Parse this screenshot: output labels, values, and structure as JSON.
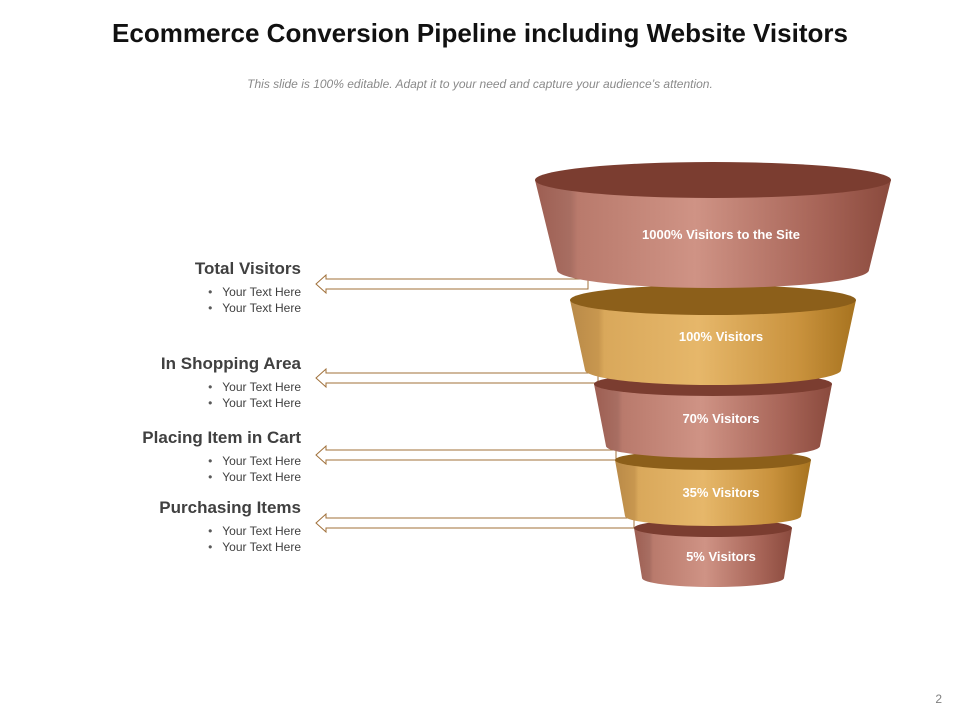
{
  "title": "Ecommerce Conversion Pipeline including Website Visitors",
  "subtitle": "This slide is 100% editable. Adapt it to your need and capture your audience’s attention.",
  "page_number": "2",
  "colors": {
    "brown_dark": "#7b3d30",
    "brown_light": "#c98b7f",
    "gold_dark": "#8c5f1a",
    "gold_light": "#e2b56a",
    "arrow": "#a0703a"
  },
  "funnel": [
    {
      "label": "1000% Visitors to the Site",
      "tone": "brown"
    },
    {
      "label": "100% Visitors",
      "tone": "gold"
    },
    {
      "label": "70% Visitors",
      "tone": "brown"
    },
    {
      "label": "35% Visitors",
      "tone": "gold"
    },
    {
      "label": "5% Visitors",
      "tone": "brown"
    }
  ],
  "stages": [
    {
      "title": "Total Visitors",
      "bullets": [
        "Your Text Here",
        "Your Text Here"
      ]
    },
    {
      "title": "In Shopping Area",
      "bullets": [
        "Your Text Here",
        "Your Text Here"
      ]
    },
    {
      "title": "Placing Item in Cart",
      "bullets": [
        "Your Text Here",
        "Your Text Here"
      ]
    },
    {
      "title": "Purchasing Items",
      "bullets": [
        "Your Text Here",
        "Your Text Here"
      ]
    }
  ]
}
